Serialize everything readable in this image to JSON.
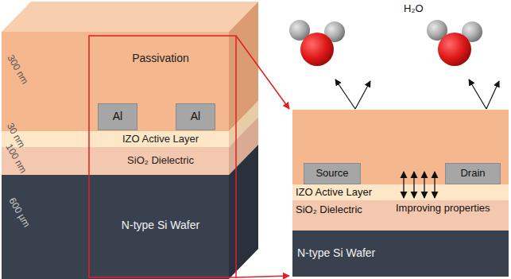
{
  "diagram": {
    "nodes": [
      {
        "text": [
          "Passivation"
        ]
      },
      {
        "text": [
          "Al"
        ],
        "in": 0
      },
      {
        "text": [
          "Al"
        ],
        "in": 0
      },
      {
        "text": [
          "IZO Active Layer"
        ]
      },
      {
        "text": [
          "SiO₂ Dielectric"
        ]
      },
      {
        "text": [
          "N-type Si Wafer"
        ]
      },
      {
        "text": [
          "Source"
        ]
      },
      {
        "text": [
          "Drain"
        ]
      },
      {
        "text": [
          "IZO Active Layer"
        ]
      },
      {
        "text": [
          "SiO₂ Dielectric"
        ]
      },
      {
        "text": [
          "N-type Si Wafer"
        ]
      }
    ],
    "labels": [
      "300 nm",
      "30 nm",
      "100 nm",
      "600 µm",
      "H₂O",
      "Improving properties"
    ]
  }
}
